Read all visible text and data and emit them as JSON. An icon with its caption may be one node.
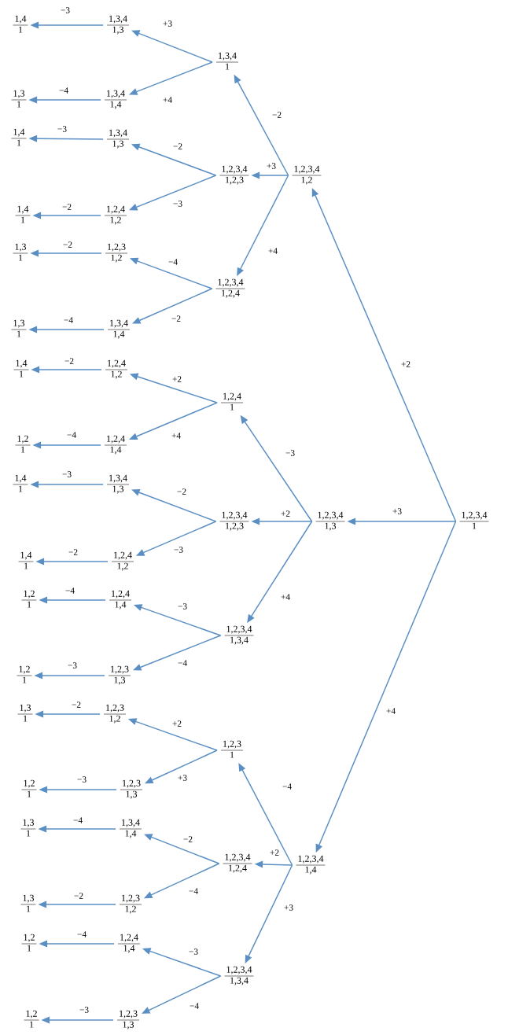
{
  "diagram": {
    "nodes": [
      {
        "text": [
          "1,2,3,4",
          "1"
        ]
      },
      {
        "text": [
          "1,2,3,4",
          "1,2"
        ]
      },
      {
        "text": [
          "1,3,4",
          "1"
        ]
      },
      {
        "text": [
          "1,3,4",
          "1,3"
        ]
      },
      {
        "text": [
          "1,4",
          "1"
        ]
      },
      {
        "text": [
          "1,3,4",
          "1,4"
        ]
      },
      {
        "text": [
          "1,3",
          "1"
        ]
      },
      {
        "text": [
          "1,2,3,4",
          "1,2,3"
        ]
      },
      {
        "text": [
          "1,3,4",
          "1,3"
        ]
      },
      {
        "text": [
          "1,4",
          "1"
        ]
      },
      {
        "text": [
          "1,2,4",
          "1,2"
        ]
      },
      {
        "text": [
          "1,4",
          "1"
        ]
      },
      {
        "text": [
          "1,2,3,4",
          "1,2,4"
        ]
      },
      {
        "text": [
          "1,2,3",
          "1,2"
        ]
      },
      {
        "text": [
          "1,3",
          "1"
        ]
      },
      {
        "text": [
          "1,3,4",
          "1,4"
        ]
      },
      {
        "text": [
          "1,3",
          "1"
        ]
      },
      {
        "text": [
          "1,2,3,4",
          "1,3"
        ]
      },
      {
        "text": [
          "1,2,4",
          "1"
        ]
      },
      {
        "text": [
          "1,2,4",
          "1,2"
        ]
      },
      {
        "text": [
          "1,4",
          "1"
        ]
      },
      {
        "text": [
          "1,2,4",
          "1,4"
        ]
      },
      {
        "text": [
          "1,2",
          "1"
        ]
      },
      {
        "text": [
          "1,2,3,4",
          "1,2,3"
        ]
      },
      {
        "text": [
          "1,3,4",
          "1,3"
        ]
      },
      {
        "text": [
          "1,4",
          "1"
        ]
      },
      {
        "text": [
          "1,2,4",
          "1,2"
        ]
      },
      {
        "text": [
          "1,4",
          "1"
        ]
      },
      {
        "text": [
          "1,2,3,4",
          "1,3,4"
        ]
      },
      {
        "text": [
          "1,2,4",
          "1,4"
        ]
      },
      {
        "text": [
          "1,2",
          "1"
        ]
      },
      {
        "text": [
          "1,2,3",
          "1,3"
        ]
      },
      {
        "text": [
          "1,2",
          "1"
        ]
      },
      {
        "text": [
          "1,2,3,4",
          "1,4"
        ]
      },
      {
        "text": [
          "1,2,3",
          "1"
        ]
      },
      {
        "text": [
          "1,2,3",
          "1,2"
        ]
      },
      {
        "text": [
          "1,3",
          "1"
        ]
      },
      {
        "text": [
          "1,2,3",
          "1,3"
        ]
      },
      {
        "text": [
          "1,2",
          "1"
        ]
      },
      {
        "text": [
          "1,2,3,4",
          "1,2,4"
        ]
      },
      {
        "text": [
          "1,3,4",
          "1,4"
        ]
      },
      {
        "text": [
          "1,3",
          "1"
        ]
      },
      {
        "text": [
          "1,2,3",
          "1,2"
        ]
      },
      {
        "text": [
          "1,3",
          "1"
        ]
      },
      {
        "text": [
          "1,2,3,4",
          "1,3,4"
        ]
      },
      {
        "text": [
          "1,2,4",
          "1,4"
        ]
      },
      {
        "text": [
          "1,2",
          "1"
        ]
      },
      {
        "text": [
          "1,2,3",
          "1,3"
        ]
      },
      {
        "text": [
          "1,2",
          "1"
        ]
      }
    ],
    "edges": [
      {
        "from": 0,
        "to": 1,
        "arrow": "to",
        "label": "+2"
      },
      {
        "from": 1,
        "to": 2,
        "arrow": "to",
        "label": "−2"
      },
      {
        "from": 2,
        "to": 3,
        "arrow": "to",
        "label": "+3"
      },
      {
        "from": 3,
        "to": 4,
        "arrow": "to",
        "label": "−3"
      },
      {
        "from": 2,
        "to": 5,
        "arrow": "to",
        "label": "+4"
      },
      {
        "from": 5,
        "to": 6,
        "arrow": "to",
        "label": "−4"
      },
      {
        "from": 1,
        "to": 7,
        "arrow": "to",
        "label": "+3"
      },
      {
        "from": 7,
        "to": 8,
        "arrow": "to",
        "label": "−2"
      },
      {
        "from": 8,
        "to": 9,
        "arrow": "to",
        "label": "−3"
      },
      {
        "from": 7,
        "to": 10,
        "arrow": "to",
        "label": "−3"
      },
      {
        "from": 10,
        "to": 11,
        "arrow": "to",
        "label": "−2"
      },
      {
        "from": 1,
        "to": 12,
        "arrow": "to",
        "label": "+4"
      },
      {
        "from": 12,
        "to": 13,
        "arrow": "to",
        "label": "−4"
      },
      {
        "from": 13,
        "to": 14,
        "arrow": "to",
        "label": "−2"
      },
      {
        "from": 12,
        "to": 15,
        "arrow": "to",
        "label": "−2"
      },
      {
        "from": 15,
        "to": 16,
        "arrow": "to",
        "label": "−4"
      },
      {
        "from": 0,
        "to": 17,
        "arrow": "to",
        "label": "+3"
      },
      {
        "from": 17,
        "to": 18,
        "arrow": "to",
        "label": "−3"
      },
      {
        "from": 18,
        "to": 19,
        "arrow": "to",
        "label": "+2"
      },
      {
        "from": 19,
        "to": 20,
        "arrow": "to",
        "label": "−2"
      },
      {
        "from": 18,
        "to": 21,
        "arrow": "to",
        "label": "+4"
      },
      {
        "from": 21,
        "to": 22,
        "arrow": "to",
        "label": "−4"
      },
      {
        "from": 17,
        "to": 23,
        "arrow": "to",
        "label": "+2"
      },
      {
        "from": 23,
        "to": 24,
        "arrow": "to",
        "label": "−2"
      },
      {
        "from": 24,
        "to": 25,
        "arrow": "to",
        "label": "−3"
      },
      {
        "from": 23,
        "to": 26,
        "arrow": "to",
        "label": "−3"
      },
      {
        "from": 26,
        "to": 27,
        "arrow": "to",
        "label": "−2"
      },
      {
        "from": 17,
        "to": 28,
        "arrow": "to",
        "label": "+4"
      },
      {
        "from": 28,
        "to": 29,
        "arrow": "to",
        "label": "−3"
      },
      {
        "from": 29,
        "to": 30,
        "arrow": "to",
        "label": "−4"
      },
      {
        "from": 28,
        "to": 31,
        "arrow": "to",
        "label": "−4"
      },
      {
        "from": 31,
        "to": 32,
        "arrow": "to",
        "label": "−3"
      },
      {
        "from": 0,
        "to": 33,
        "arrow": "to",
        "label": "+4"
      },
      {
        "from": 33,
        "to": 34,
        "arrow": "to",
        "label": "−4"
      },
      {
        "from": 34,
        "to": 35,
        "arrow": "to",
        "label": "+2"
      },
      {
        "from": 35,
        "to": 36,
        "arrow": "to",
        "label": "−2"
      },
      {
        "from": 34,
        "to": 37,
        "arrow": "to",
        "label": "+3"
      },
      {
        "from": 37,
        "to": 38,
        "arrow": "to",
        "label": "−3"
      },
      {
        "from": 33,
        "to": 39,
        "arrow": "to",
        "label": "+2"
      },
      {
        "from": 39,
        "to": 40,
        "arrow": "to",
        "label": "−2"
      },
      {
        "from": 40,
        "to": 41,
        "arrow": "to",
        "label": "−4"
      },
      {
        "from": 39,
        "to": 42,
        "arrow": "to",
        "label": "−4"
      },
      {
        "from": 42,
        "to": 43,
        "arrow": "to",
        "label": "−2"
      },
      {
        "from": 33,
        "to": 44,
        "arrow": "to",
        "label": "+3"
      },
      {
        "from": 44,
        "to": 45,
        "arrow": "to",
        "label": "−3"
      },
      {
        "from": 45,
        "to": 46,
        "arrow": "to",
        "label": "−4"
      },
      {
        "from": 44,
        "to": 47,
        "arrow": "to",
        "label": "−4"
      },
      {
        "from": 47,
        "to": 48,
        "arrow": "to",
        "label": "−3"
      }
    ]
  }
}
